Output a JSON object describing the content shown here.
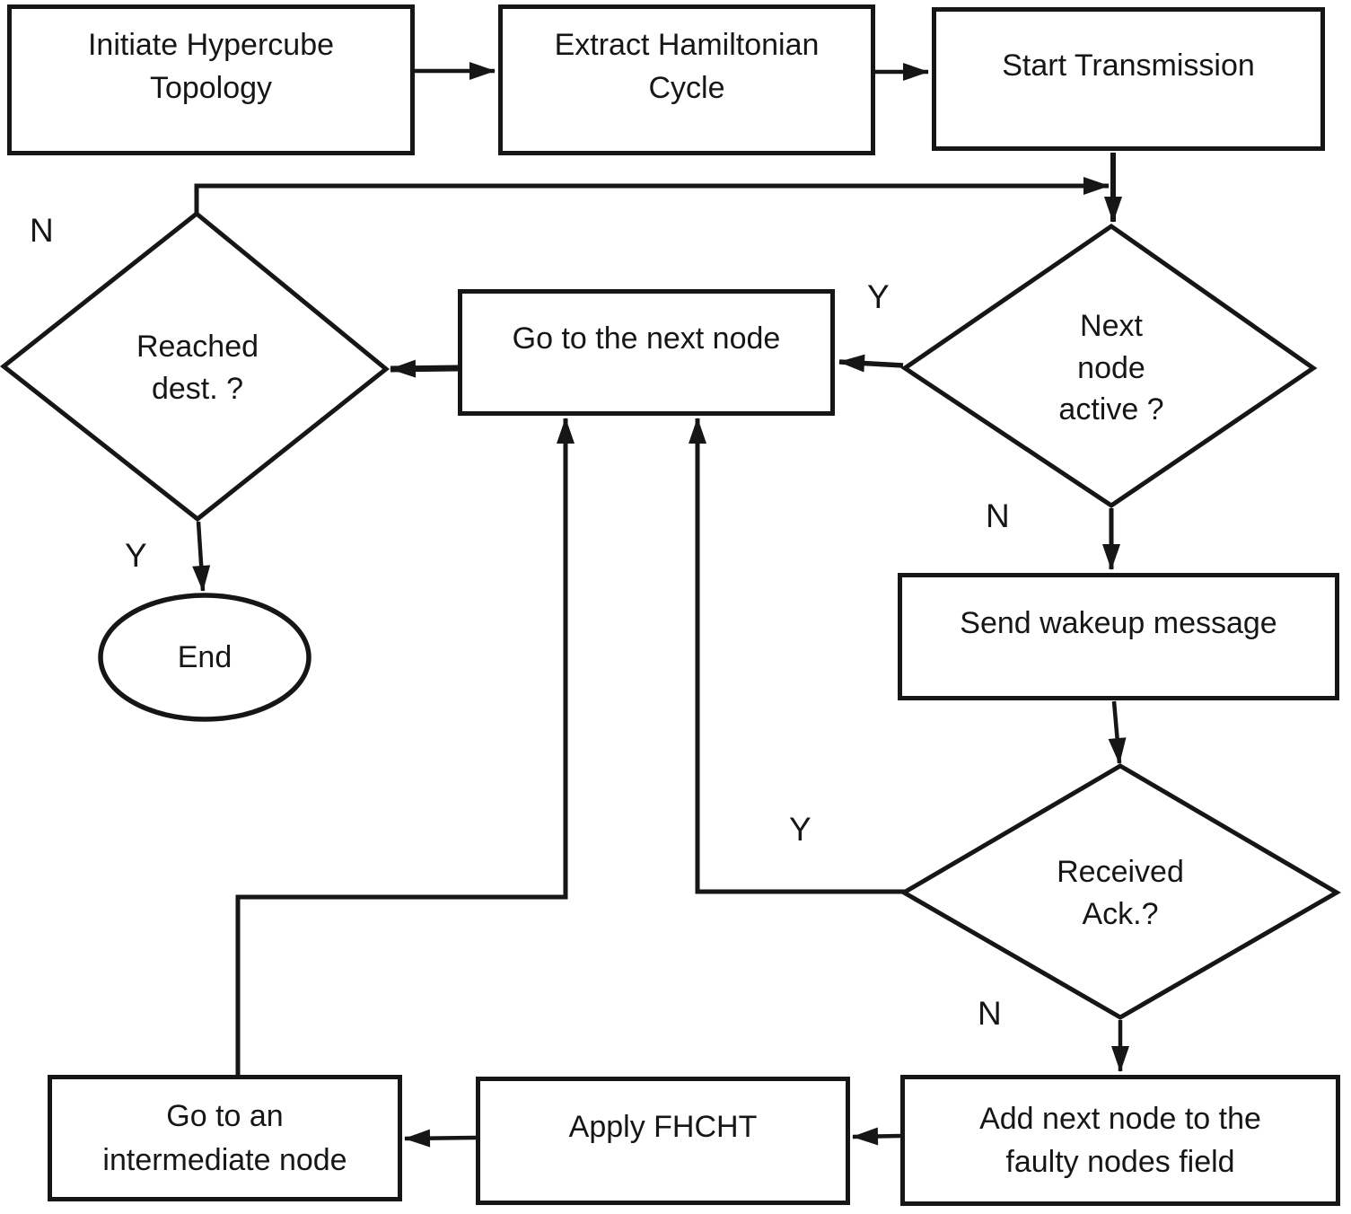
{
  "figure": {
    "ink_color": "#161616",
    "background_color": "#ffffff"
  },
  "nodes": {
    "initiate_hypercube": "Initiate Hypercube\nTopology",
    "extract_hamiltonian": "Extract Hamiltonian\nCycle",
    "start_transmission": "Start Transmission",
    "next_node_active": "Next\nnode\nactive ?",
    "go_to_next_node": "Go to the next node",
    "reached_dest": "Reached\ndest. ?",
    "end": "End",
    "send_wakeup": "Send wakeup message",
    "received_ack": "Received\nAck.?",
    "add_faulty_node": "Add next node to the\nfaulty nodes field",
    "apply_fhcht": "Apply FHCHT",
    "go_to_intermediate": "Go to an\nintermediate node"
  },
  "branch_labels": {
    "reached_dest_no": "N",
    "reached_dest_yes": "Y",
    "next_node_active_yes": "Y",
    "next_node_active_no": "N",
    "received_ack_yes": "Y",
    "received_ack_no": "N"
  }
}
